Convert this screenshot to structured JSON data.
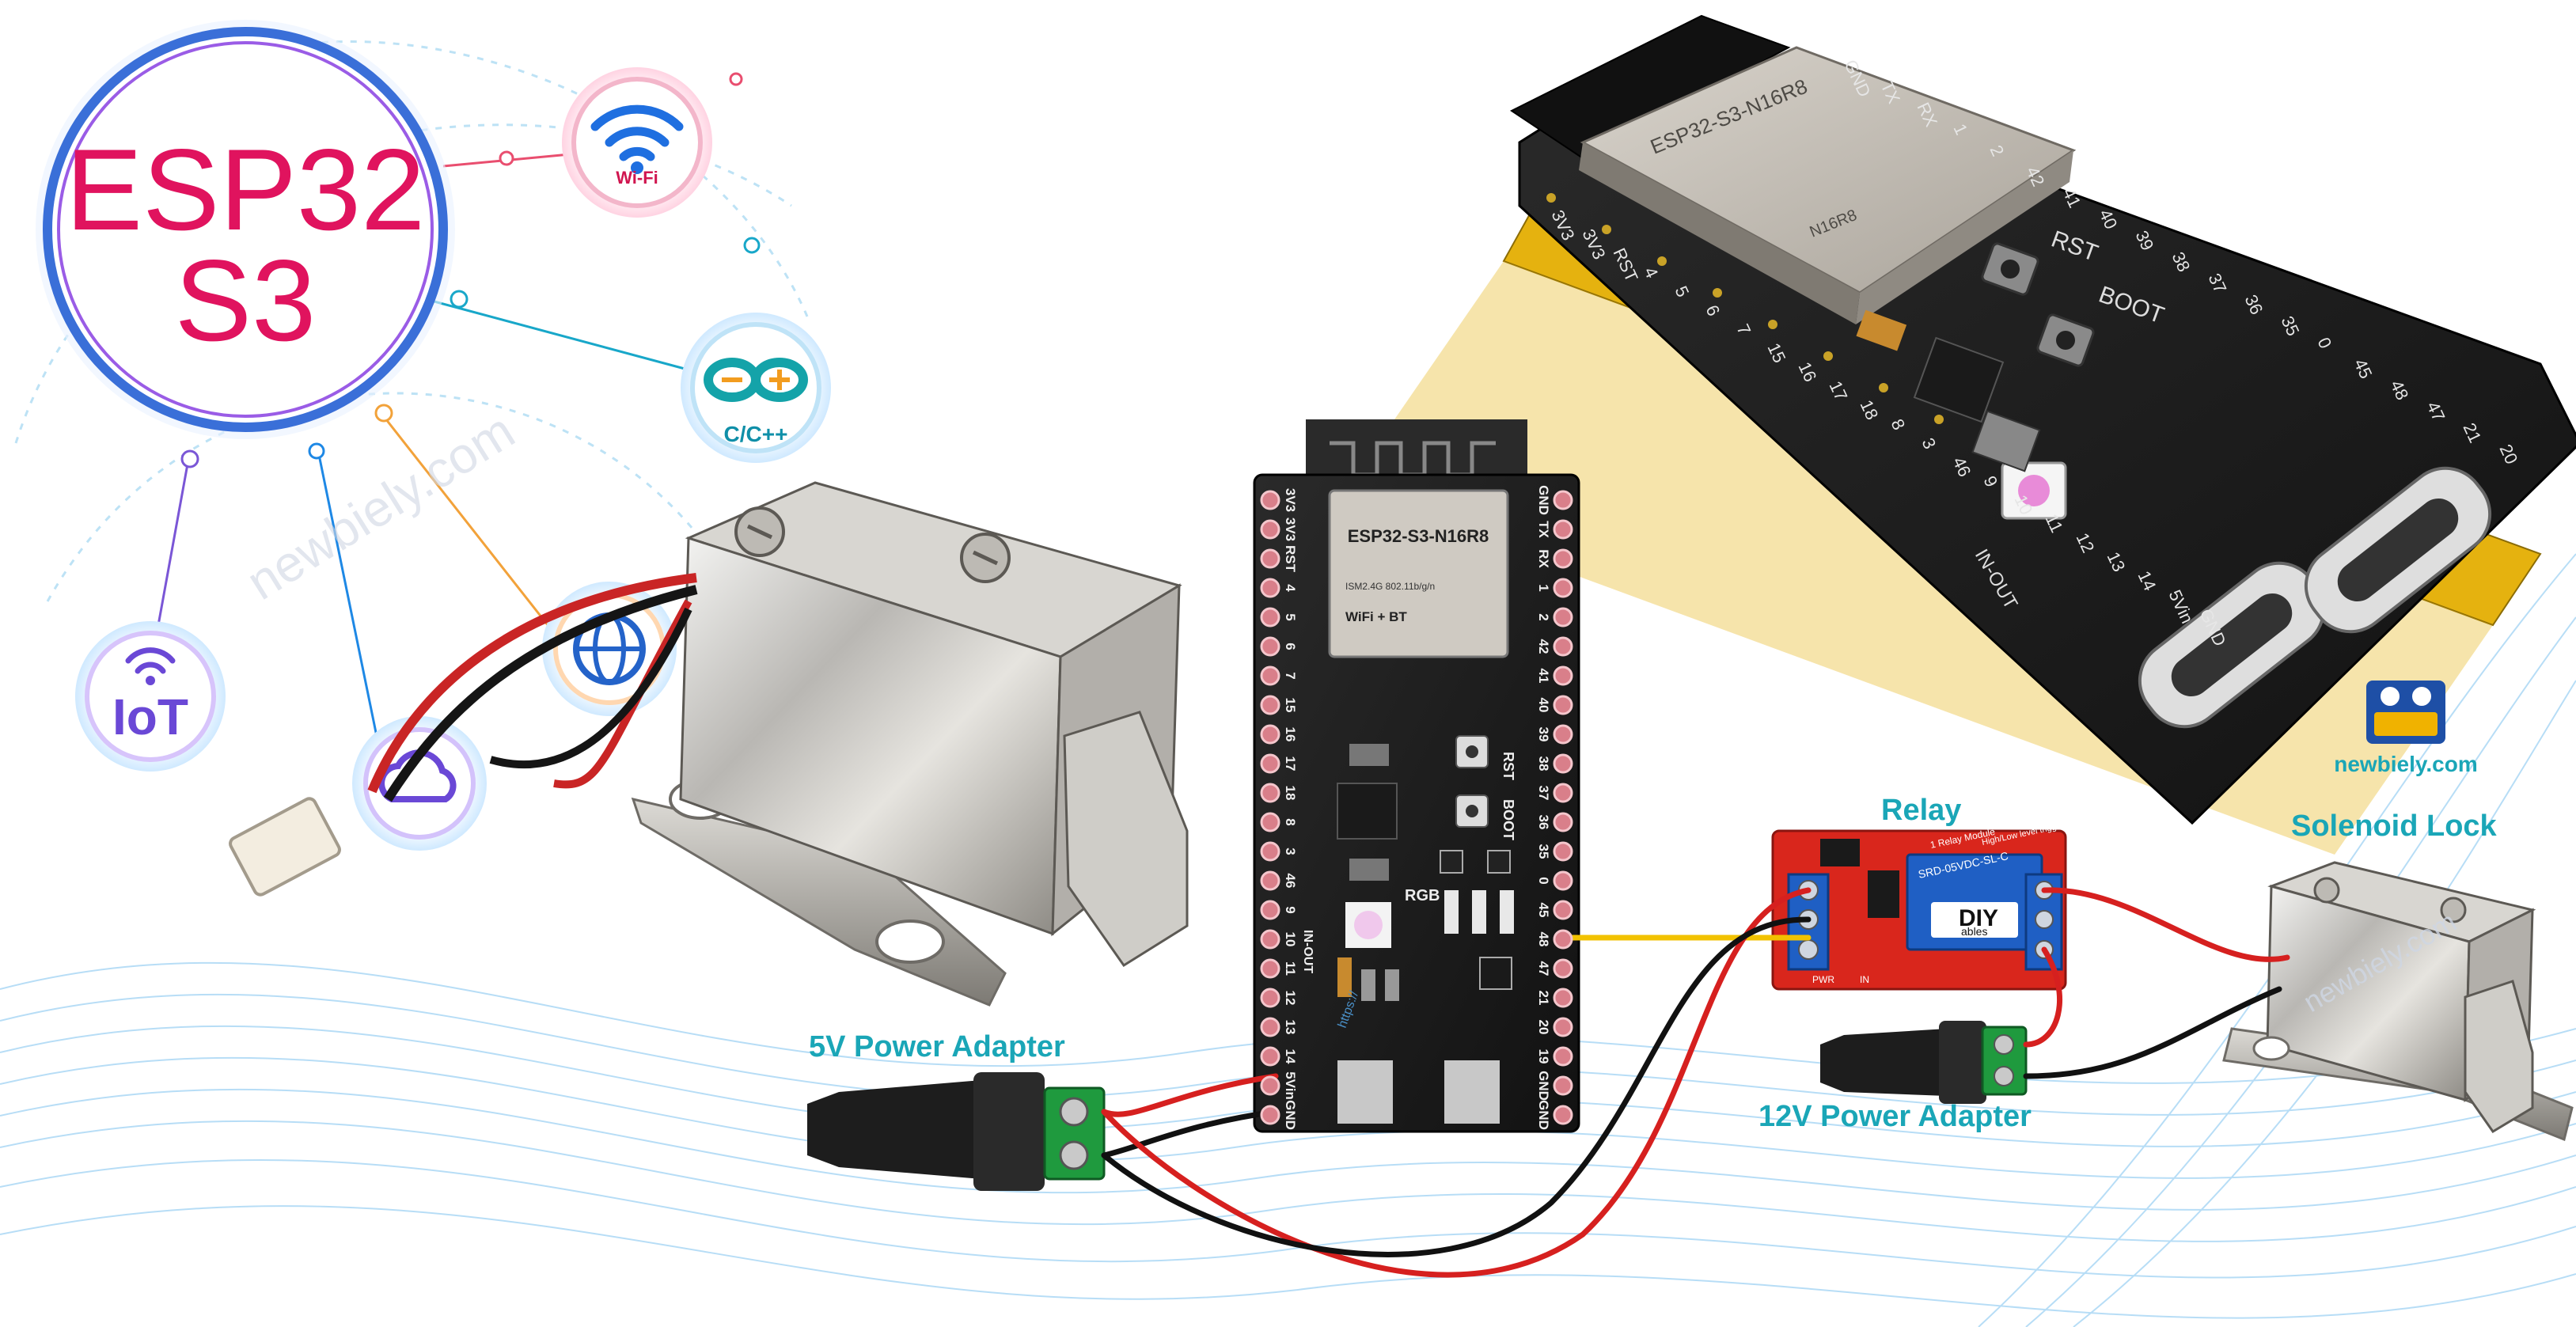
{
  "brand": {
    "title_line1": "ESP32",
    "title_line2": "S3",
    "watermark": "newbiely.com",
    "site": "newbiely.com"
  },
  "icons": {
    "wifi_label": "Wi-Fi",
    "lang_label": "C/C++",
    "iot_label": "IoT"
  },
  "labels": {
    "relay": "Relay",
    "solenoid_lock": "Solenoid Lock",
    "power_5v": "5V Power Adapter",
    "power_12v": "12V Power Adapter"
  },
  "board_diagram": {
    "module_name": "ESP32-S3-N16R8",
    "module_sub1": "ISM2.4G 802.11b/g/n",
    "module_sub2": "WiFi + BT",
    "left_pins": [
      "3V3",
      "3V3",
      "RST",
      "4",
      "5",
      "6",
      "7",
      "15",
      "16",
      "17",
      "18",
      "8",
      "3",
      "46",
      "9",
      "10",
      "11",
      "12",
      "13",
      "14",
      "5Vin",
      "GND"
    ],
    "right_pins": [
      "GND",
      "TX",
      "RX",
      "1",
      "2",
      "42",
      "41",
      "40",
      "39",
      "38",
      "37",
      "36",
      "35",
      "0",
      "45",
      "48",
      "47",
      "21",
      "20",
      "19",
      "GND",
      "GND"
    ],
    "rst": "RST",
    "boot": "BOOT",
    "rgb": "RGB",
    "inout": "IN-OUT",
    "url": "https://"
  },
  "board_photo": {
    "module_name": "ESP32-S3-N16R8",
    "module_code": "N16R8",
    "rst": "RST",
    "boot": "BOOT",
    "inout": "IN-OUT",
    "pins_top": [
      "GND",
      "TX",
      "RX",
      "1",
      "2",
      "42",
      "41",
      "40",
      "39",
      "38",
      "37",
      "36",
      "35",
      "0",
      "45",
      "48",
      "47",
      "21",
      "20"
    ],
    "pins_bottom": [
      "3V3",
      "3V3",
      "RST",
      "4",
      "5",
      "6",
      "7",
      "15",
      "16",
      "17",
      "18",
      "8",
      "3",
      "46",
      "9",
      "10",
      "11",
      "12",
      "13",
      "14",
      "5Vin",
      "GND"
    ]
  },
  "relay_module": {
    "title": "1 Relay Module",
    "trigger": "High/Low level trigger",
    "part": "SRD-05VDC-SL-C",
    "brand": "DIY",
    "brand_sub": "ables",
    "pwr": "PWR",
    "in": "IN"
  },
  "colors": {
    "accent_pink": "#e0135e",
    "label_teal": "#1aa6b7",
    "board_black": "#1f1f1f",
    "wire_red": "#d6201f",
    "wire_black": "#111111",
    "wire_yellow": "#f2c200",
    "relay_red": "#d9261c",
    "relay_blue": "#1f5fc4",
    "terminal_green": "#1f9a3e"
  }
}
